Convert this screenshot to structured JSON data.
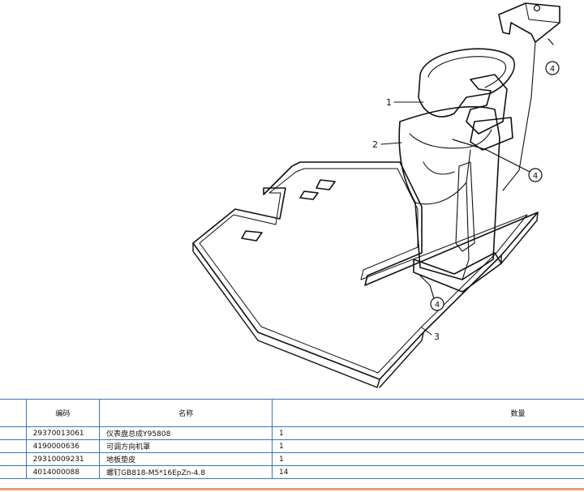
{
  "figure": {
    "callouts": [
      "1",
      "2",
      "3",
      "4",
      "4",
      "4"
    ]
  },
  "table": {
    "headers": {
      "index": "",
      "code": "编码",
      "name": "名称",
      "qty": "数量"
    },
    "rows": [
      {
        "code": "29370013061",
        "name": "仪表盘总成Y95808",
        "qty": "1"
      },
      {
        "code": "4190000636",
        "name": "可调方向机罩",
        "qty": "1"
      },
      {
        "code": "29310009231",
        "name": "地板垫皮",
        "qty": "1"
      },
      {
        "code": "4014000088",
        "name": "螺钉GB818-M5*16EpZn-4.8",
        "qty": "14"
      }
    ]
  },
  "colors": {
    "table_border": "#3c78b4",
    "footer_rule": "#e8a070",
    "line_art": "#111111"
  }
}
